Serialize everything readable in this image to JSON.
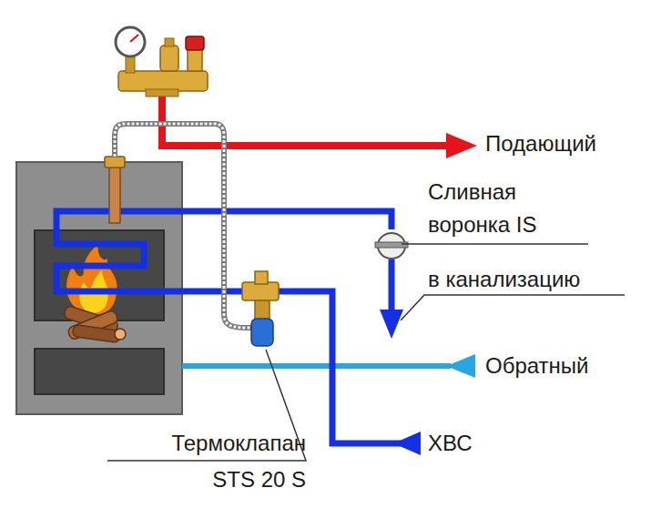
{
  "diagram": {
    "labels": [
      "Подающий",
      "Сливная воронка IS",
      "в канализацию",
      "Обратный",
      "ХВС",
      "Термоклапан STS 20 S"
    ]
  }
}
